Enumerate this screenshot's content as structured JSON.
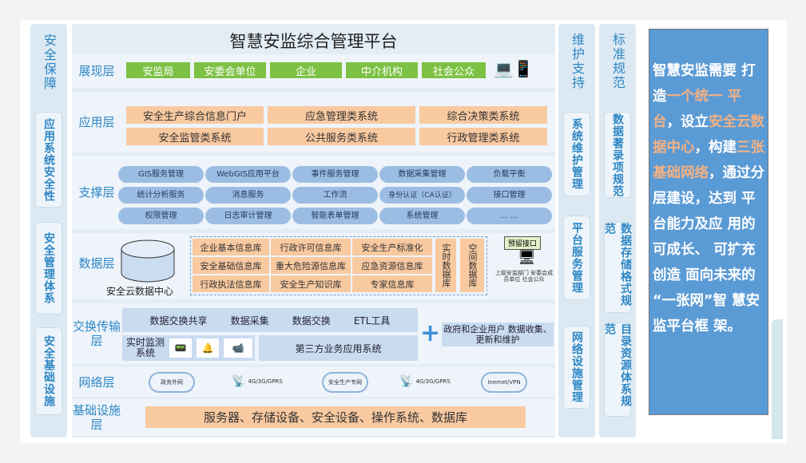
{
  "title": "智慧安监综合管理平台",
  "left_column": [
    "安全保障",
    "应用系统安全性",
    "安全管理体系",
    "安全基础设施"
  ],
  "maintain_column": {
    "header": "维护支持",
    "items": [
      "系统维护管理",
      "平台服务管理",
      "网络设施管理"
    ]
  },
  "standard_column": {
    "header": "标准规范",
    "items": [
      "数据著录项规范",
      "数据存储格式规范",
      "目录资源体系规范"
    ]
  },
  "layers": {
    "presentation": {
      "label": "展现层",
      "items": [
        "安监局",
        "安委会单位",
        "企业",
        "中介机构",
        "社会公众"
      ]
    },
    "application": {
      "label": "应用层",
      "items": [
        "安全生产综合信息门户",
        "应急管理类系统",
        "综合决策类系统",
        "安全监管类系统",
        "公共服务类系统",
        "行政管理类系统"
      ]
    },
    "support": {
      "label": "支撑层",
      "items": [
        "GIS服务管理",
        "WebGIS应用平台",
        "事件服务管理",
        "数据采集管理",
        "负载平衡",
        "统计分析服务",
        "消息服务",
        "工作流",
        "身份认证（CA认证）",
        "接口管理",
        "权限管理",
        "日志审计管理",
        "智能表单管理",
        "系统管理",
        "… …"
      ]
    },
    "data": {
      "label": "数据层",
      "center": "安全云数据中心",
      "dbs": [
        "企业基本信息库",
        "行政许可信息库",
        "安全生产标准化",
        "安全基础信息库",
        "重大危险源信息库",
        "应急资源信息库",
        "行政执法信息库",
        "安全生产知识库",
        "专家信息库"
      ],
      "realtime": "实时数据库",
      "spatial": "空间数据库",
      "reserved": "预留接口",
      "upper": "上级安监部门 安委会成员单位 社会公众"
    },
    "exchange": {
      "label": "交换传输层",
      "items": [
        "数据交换共享",
        "数据采集",
        "数据交换",
        "ETL工具"
      ],
      "monitor": "实时监测系统",
      "third": "第三方业务应用系统",
      "plus": "+",
      "gov": "政府和企业用户 数据收集、更新和维护"
    },
    "network": {
      "label": "网络层",
      "items": [
        "政务外网",
        "4G/3G/GPRS",
        "安全生产专网",
        "4G/3G/GPRS",
        "Inemet/VPN"
      ]
    },
    "infra": {
      "label": "基础设施层",
      "content": "服务器、存储设备、安全设备、操作系统、数据库"
    }
  },
  "panel": {
    "parts": [
      "智慧安监需要 打造",
      "一个统一 平台",
      "，设立",
      "安全云数据中心",
      "，构建",
      "三张基础网络",
      "，通过分层建设，达到 平台能力及应 用的可成长、 可扩充创造 面向未来的 “一张网”智 慧安监平台框 架。"
    ]
  },
  "colors": {
    "green": "#7cc143",
    "orange": "#f9c9a0",
    "blue": "#5b9bd5",
    "highlight": "#f4b183"
  }
}
